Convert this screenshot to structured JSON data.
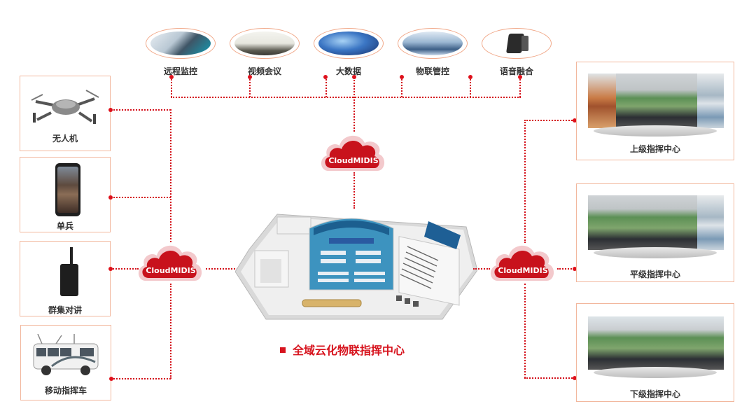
{
  "top_services": [
    {
      "label": "远程监控",
      "icon": "remote-monitoring-image"
    },
    {
      "label": "视频会议",
      "icon": "video-conference-image"
    },
    {
      "label": "大数据",
      "icon": "big-data-image"
    },
    {
      "label": "物联管控",
      "icon": "iot-control-image"
    },
    {
      "label": "语音融合",
      "icon": "voice-fusion-image"
    }
  ],
  "left_devices": [
    {
      "label": "无人机",
      "icon": "drone-image"
    },
    {
      "label": "单兵",
      "icon": "handheld-terminal-image"
    },
    {
      "label": "群集对讲",
      "icon": "walkie-talkie-image"
    },
    {
      "label": "移动指挥车",
      "icon": "command-vehicle-image"
    }
  ],
  "right_centers": [
    {
      "label": "上级指挥中心",
      "icon": "command-center-image"
    },
    {
      "label": "平级指挥中心",
      "icon": "command-center-image"
    },
    {
      "label": "下级指挥中心",
      "icon": "command-center-image"
    }
  ],
  "clouds": {
    "top": "CloudMIDIS",
    "left": "CloudMIDIS",
    "right": "CloudMIDIS"
  },
  "center": {
    "caption": "全域云化物联指挥中心",
    "icon": "command-center-floorplan-image"
  },
  "colors": {
    "accent_red": "#d40f1a",
    "cloud_red": "#c8121c",
    "cloud_halo": "#f3c9cc",
    "box_border": "#f2b79d"
  }
}
